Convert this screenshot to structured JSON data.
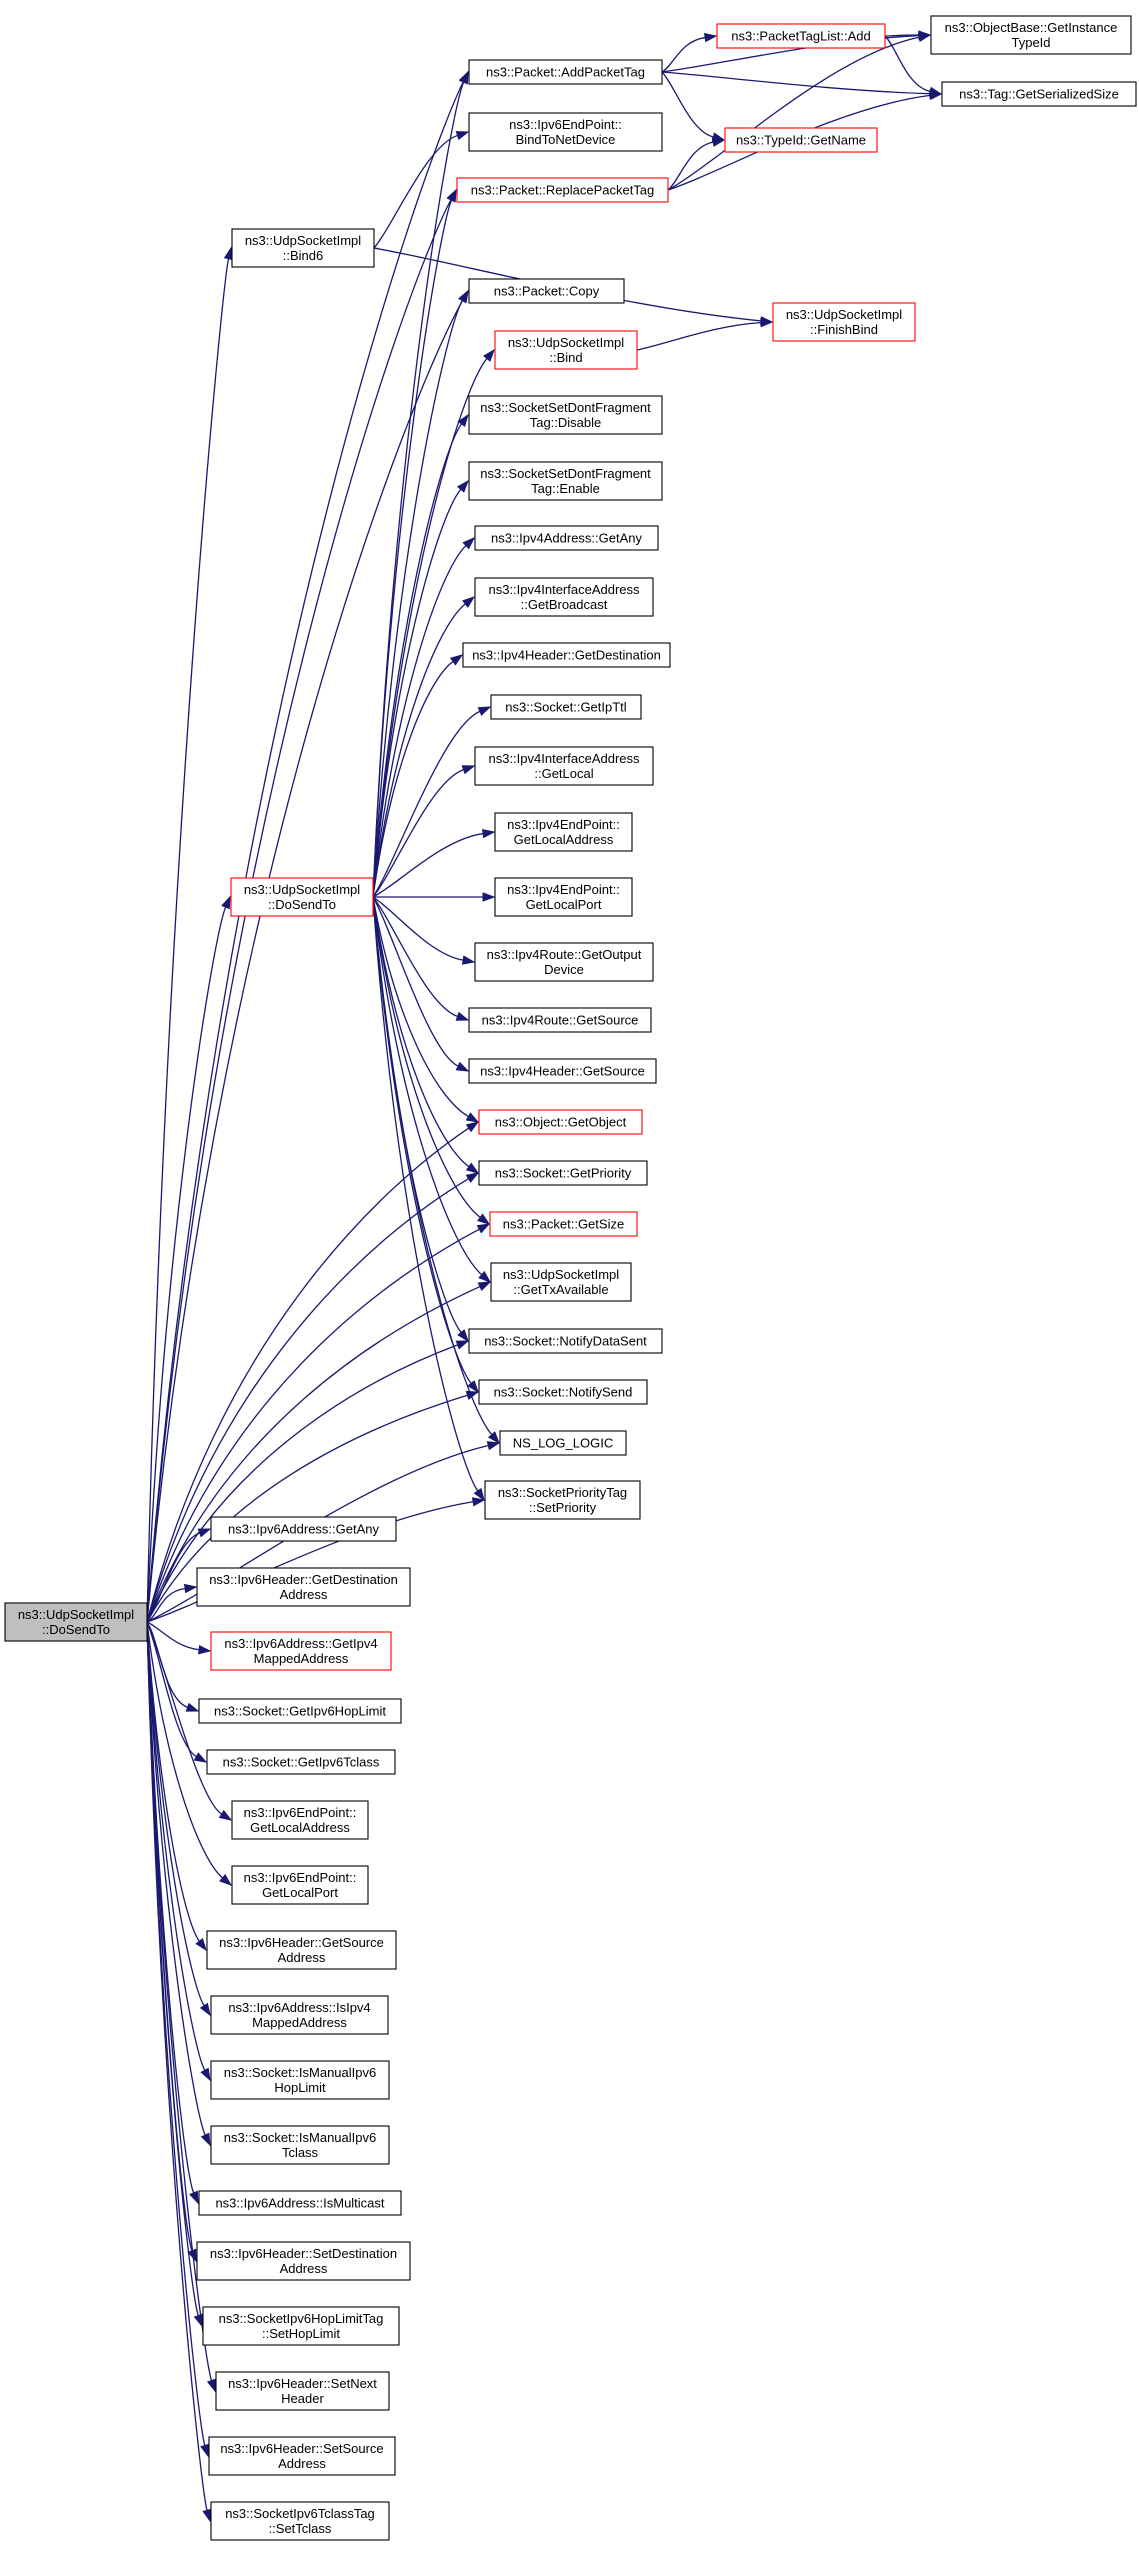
{
  "diagram": {
    "title": "",
    "colors": {
      "edge": "#191970",
      "node_border_default": "#000000",
      "node_border_truncated": "#ff0000",
      "node_fill_default": "#ffffff",
      "node_fill_root": "#bfbfbf",
      "text": "#000000"
    },
    "nodes": [
      {
        "id": "root",
        "lines": [
          "ns3::UdpSocketImpl",
          "::DoSendTo"
        ],
        "style": "root"
      },
      {
        "id": "dosendto4",
        "lines": [
          "ns3::UdpSocketImpl",
          "::DoSendTo"
        ],
        "style": "truncated"
      },
      {
        "id": "bind6",
        "lines": [
          "ns3::UdpSocketImpl",
          "::Bind6"
        ],
        "style": "normal"
      },
      {
        "id": "addpackettag",
        "lines": [
          "ns3::Packet::AddPacketTag"
        ],
        "style": "normal"
      },
      {
        "id": "bindtonetdevice",
        "lines": [
          "ns3::Ipv6EndPoint::",
          "BindToNetDevice"
        ],
        "style": "normal"
      },
      {
        "id": "replacepackettag",
        "lines": [
          "ns3::Packet::ReplacePacketTag"
        ],
        "style": "truncated"
      },
      {
        "id": "packettaglistadd",
        "lines": [
          "ns3::PacketTagList::Add"
        ],
        "style": "truncated"
      },
      {
        "id": "typeidgetname",
        "lines": [
          "ns3::TypeId::GetName"
        ],
        "style": "truncated"
      },
      {
        "id": "getinstancetypeid",
        "lines": [
          "ns3::ObjectBase::GetInstance",
          "TypeId"
        ],
        "style": "normal"
      },
      {
        "id": "getserializedsize",
        "lines": [
          "ns3::Tag::GetSerializedSize"
        ],
        "style": "normal"
      },
      {
        "id": "packetcopy",
        "lines": [
          "ns3::Packet::Copy"
        ],
        "style": "normal"
      },
      {
        "id": "bind",
        "lines": [
          "ns3::UdpSocketImpl",
          "::Bind"
        ],
        "style": "truncated"
      },
      {
        "id": "finishbind",
        "lines": [
          "ns3::UdpSocketImpl",
          "::FinishBind"
        ],
        "style": "truncated"
      },
      {
        "id": "dfdisable",
        "lines": [
          "ns3::SocketSetDontFragment",
          "Tag::Disable"
        ],
        "style": "normal"
      },
      {
        "id": "dfenable",
        "lines": [
          "ns3::SocketSetDontFragment",
          "Tag::Enable"
        ],
        "style": "normal"
      },
      {
        "id": "ipv4getany",
        "lines": [
          "ns3::Ipv4Address::GetAny"
        ],
        "style": "normal"
      },
      {
        "id": "getbroadcast",
        "lines": [
          "ns3::Ipv4InterfaceAddress",
          "::GetBroadcast"
        ],
        "style": "normal"
      },
      {
        "id": "ipv4hdrgetdest",
        "lines": [
          "ns3::Ipv4Header::GetDestination"
        ],
        "style": "normal"
      },
      {
        "id": "getipttl",
        "lines": [
          "ns3::Socket::GetIpTtl"
        ],
        "style": "normal"
      },
      {
        "id": "ifaddrgetlocal",
        "lines": [
          "ns3::Ipv4InterfaceAddress",
          "::GetLocal"
        ],
        "style": "normal"
      },
      {
        "id": "ep4localaddr",
        "lines": [
          "ns3::Ipv4EndPoint::",
          "GetLocalAddress"
        ],
        "style": "normal"
      },
      {
        "id": "ep4localport",
        "lines": [
          "ns3::Ipv4EndPoint::",
          "GetLocalPort"
        ],
        "style": "normal"
      },
      {
        "id": "routeoutdev",
        "lines": [
          "ns3::Ipv4Route::GetOutput",
          "Device"
        ],
        "style": "normal"
      },
      {
        "id": "routegetsource",
        "lines": [
          "ns3::Ipv4Route::GetSource"
        ],
        "style": "normal"
      },
      {
        "id": "ipv4hdrgetsource",
        "lines": [
          "ns3::Ipv4Header::GetSource"
        ],
        "style": "normal"
      },
      {
        "id": "getobject",
        "lines": [
          "ns3::Object::GetObject"
        ],
        "style": "truncated"
      },
      {
        "id": "getpriority",
        "lines": [
          "ns3::Socket::GetPriority"
        ],
        "style": "normal"
      },
      {
        "id": "packetgetsize",
        "lines": [
          "ns3::Packet::GetSize"
        ],
        "style": "truncated"
      },
      {
        "id": "gettxavailable",
        "lines": [
          "ns3::UdpSocketImpl",
          "::GetTxAvailable"
        ],
        "style": "normal"
      },
      {
        "id": "notifydatasent",
        "lines": [
          "ns3::Socket::NotifyDataSent"
        ],
        "style": "normal"
      },
      {
        "id": "notifysend",
        "lines": [
          "ns3::Socket::NotifySend"
        ],
        "style": "normal"
      },
      {
        "id": "nsloglogic",
        "lines": [
          "NS_LOG_LOGIC"
        ],
        "style": "normal"
      },
      {
        "id": "prioritytagset",
        "lines": [
          "ns3::SocketPriorityTag",
          "::SetPriority"
        ],
        "style": "normal"
      },
      {
        "id": "ipv6getany",
        "lines": [
          "ns3::Ipv6Address::GetAny"
        ],
        "style": "normal"
      },
      {
        "id": "ipv6hdrgetdest",
        "lines": [
          "ns3::Ipv6Header::GetDestination",
          "Address"
        ],
        "style": "normal"
      },
      {
        "id": "getipv4mapped",
        "lines": [
          "ns3::Ipv6Address::GetIpv4",
          "MappedAddress"
        ],
        "style": "truncated"
      },
      {
        "id": "getipv6hoplimit",
        "lines": [
          "ns3::Socket::GetIpv6HopLimit"
        ],
        "style": "normal"
      },
      {
        "id": "getipv6tclass",
        "lines": [
          "ns3::Socket::GetIpv6Tclass"
        ],
        "style": "normal"
      },
      {
        "id": "ep6localaddr",
        "lines": [
          "ns3::Ipv6EndPoint::",
          "GetLocalAddress"
        ],
        "style": "normal"
      },
      {
        "id": "ep6localport",
        "lines": [
          "ns3::Ipv6EndPoint::",
          "GetLocalPort"
        ],
        "style": "normal"
      },
      {
        "id": "ipv6hdrgetsource",
        "lines": [
          "ns3::Ipv6Header::GetSource",
          "Address"
        ],
        "style": "normal"
      },
      {
        "id": "isipv4mapped",
        "lines": [
          "ns3::Ipv6Address::IsIpv4",
          "MappedAddress"
        ],
        "style": "normal"
      },
      {
        "id": "ismanualhop",
        "lines": [
          "ns3::Socket::IsManualIpv6",
          "HopLimit"
        ],
        "style": "normal"
      },
      {
        "id": "ismanualtclass",
        "lines": [
          "ns3::Socket::IsManualIpv6",
          "Tclass"
        ],
        "style": "normal"
      },
      {
        "id": "ismulticast",
        "lines": [
          "ns3::Ipv6Address::IsMulticast"
        ],
        "style": "normal"
      },
      {
        "id": "ipv6hdrsetdest",
        "lines": [
          "ns3::Ipv6Header::SetDestination",
          "Address"
        ],
        "style": "normal"
      },
      {
        "id": "hoplimittagset",
        "lines": [
          "ns3::SocketIpv6HopLimitTag",
          "::SetHopLimit"
        ],
        "style": "normal"
      },
      {
        "id": "setnextheader",
        "lines": [
          "ns3::Ipv6Header::SetNext",
          "Header"
        ],
        "style": "normal"
      },
      {
        "id": "ipv6hdrsetsource",
        "lines": [
          "ns3::Ipv6Header::SetSource",
          "Address"
        ],
        "style": "normal"
      },
      {
        "id": "tclasstagset",
        "lines": [
          "ns3::SocketIpv6TclassTag",
          "::SetTclass"
        ],
        "style": "normal"
      }
    ],
    "edges": [
      [
        "root",
        "dosendto4"
      ],
      [
        "root",
        "bind6"
      ],
      [
        "root",
        "addpackettag"
      ],
      [
        "root",
        "replacepackettag"
      ],
      [
        "root",
        "packetcopy"
      ],
      [
        "root",
        "getobject"
      ],
      [
        "root",
        "getpriority"
      ],
      [
        "root",
        "packetgetsize"
      ],
      [
        "root",
        "gettxavailable"
      ],
      [
        "root",
        "notifydatasent"
      ],
      [
        "root",
        "notifysend"
      ],
      [
        "root",
        "nsloglogic"
      ],
      [
        "root",
        "prioritytagset"
      ],
      [
        "root",
        "ipv6getany"
      ],
      [
        "root",
        "ipv6hdrgetdest"
      ],
      [
        "root",
        "getipv4mapped"
      ],
      [
        "root",
        "getipv6hoplimit"
      ],
      [
        "root",
        "getipv6tclass"
      ],
      [
        "root",
        "ep6localaddr"
      ],
      [
        "root",
        "ep6localport"
      ],
      [
        "root",
        "ipv6hdrgetsource"
      ],
      [
        "root",
        "isipv4mapped"
      ],
      [
        "root",
        "ismanualhop"
      ],
      [
        "root",
        "ismanualtclass"
      ],
      [
        "root",
        "ismulticast"
      ],
      [
        "root",
        "ipv6hdrsetdest"
      ],
      [
        "root",
        "hoplimittagset"
      ],
      [
        "root",
        "setnextheader"
      ],
      [
        "root",
        "ipv6hdrsetsource"
      ],
      [
        "root",
        "tclasstagset"
      ],
      [
        "bind6",
        "bindtonetdevice"
      ],
      [
        "bind6",
        "finishbind"
      ],
      [
        "dosendto4",
        "addpackettag"
      ],
      [
        "dosendto4",
        "replacepackettag"
      ],
      [
        "dosendto4",
        "packetcopy"
      ],
      [
        "dosendto4",
        "bind"
      ],
      [
        "dosendto4",
        "dfdisable"
      ],
      [
        "dosendto4",
        "dfenable"
      ],
      [
        "dosendto4",
        "ipv4getany"
      ],
      [
        "dosendto4",
        "getbroadcast"
      ],
      [
        "dosendto4",
        "ipv4hdrgetdest"
      ],
      [
        "dosendto4",
        "getipttl"
      ],
      [
        "dosendto4",
        "ifaddrgetlocal"
      ],
      [
        "dosendto4",
        "ep4localaddr"
      ],
      [
        "dosendto4",
        "ep4localport"
      ],
      [
        "dosendto4",
        "routeoutdev"
      ],
      [
        "dosendto4",
        "routegetsource"
      ],
      [
        "dosendto4",
        "ipv4hdrgetsource"
      ],
      [
        "dosendto4",
        "getobject"
      ],
      [
        "dosendto4",
        "getpriority"
      ],
      [
        "dosendto4",
        "packetgetsize"
      ],
      [
        "dosendto4",
        "gettxavailable"
      ],
      [
        "dosendto4",
        "notifydatasent"
      ],
      [
        "dosendto4",
        "notifysend"
      ],
      [
        "dosendto4",
        "nsloglogic"
      ],
      [
        "dosendto4",
        "prioritytagset"
      ],
      [
        "addpackettag",
        "packettaglistadd"
      ],
      [
        "addpackettag",
        "typeidgetname"
      ],
      [
        "addpackettag",
        "getinstancetypeid"
      ],
      [
        "addpackettag",
        "getserializedsize"
      ],
      [
        "replacepackettag",
        "typeidgetname"
      ],
      [
        "replacepackettag",
        "getinstancetypeid"
      ],
      [
        "replacepackettag",
        "getserializedsize"
      ],
      [
        "packettaglistadd",
        "getinstancetypeid"
      ],
      [
        "packettaglistadd",
        "getserializedsize"
      ],
      [
        "bind",
        "finishbind"
      ]
    ]
  }
}
